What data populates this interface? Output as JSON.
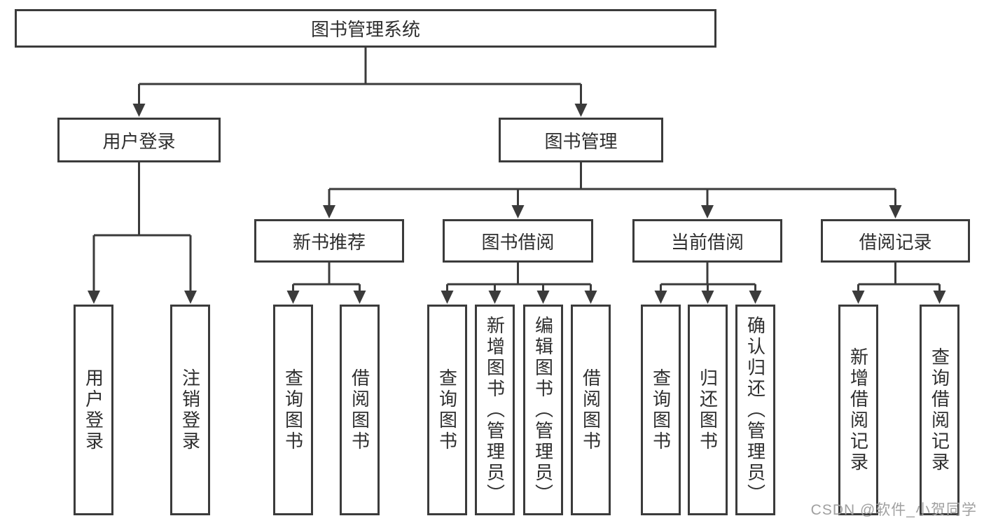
{
  "diagram": {
    "root": {
      "label": "图书管理系统"
    },
    "level2": [
      {
        "label": "用户登录"
      },
      {
        "label": "图书管理"
      }
    ],
    "level3": [
      {
        "label": "新书推荐"
      },
      {
        "label": "图书借阅"
      },
      {
        "label": "当前借阅"
      },
      {
        "label": "借阅记录"
      }
    ],
    "leaves": {
      "user_login": [
        {
          "label": "用户登录"
        },
        {
          "label": "注销登录"
        }
      ],
      "new_books": [
        {
          "label": "查询图书"
        },
        {
          "label": "借阅图书"
        }
      ],
      "book_borrow": [
        {
          "label": "查询图书"
        },
        {
          "label": "新增图书（管理员）"
        },
        {
          "label": "编辑图书（管理员）"
        },
        {
          "label": "借阅图书"
        }
      ],
      "current_borrow": [
        {
          "label": "查询图书"
        },
        {
          "label": "归还图书"
        },
        {
          "label": "确认归还（管理员）"
        }
      ],
      "borrow_records": [
        {
          "label": "新增借阅记录"
        },
        {
          "label": "查询借阅记录"
        }
      ]
    }
  },
  "watermark": {
    "text": "CSDN @软件_小贺同学"
  },
  "colors": {
    "line": "#3b3b3b",
    "text": "#2e2e2e",
    "watermark": "#a0a0a0",
    "background": "#ffffff"
  }
}
